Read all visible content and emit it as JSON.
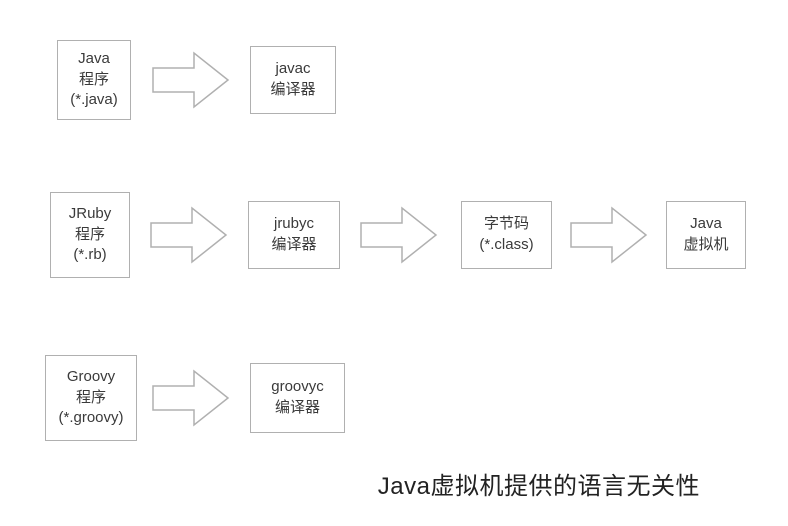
{
  "diagram": {
    "rows": [
      {
        "name": "java-flow",
        "nodes": [
          {
            "id": "java-source",
            "lines": [
              "Java",
              "程序",
              "(*.java)"
            ]
          },
          {
            "id": "javac-compiler",
            "lines": [
              "javac",
              "编译器"
            ]
          }
        ]
      },
      {
        "name": "jruby-flow",
        "nodes": [
          {
            "id": "jruby-source",
            "lines": [
              "JRuby",
              "程序",
              "(*.rb)"
            ]
          },
          {
            "id": "jrubyc-compiler",
            "lines": [
              "jrubyc",
              "编译器"
            ]
          },
          {
            "id": "bytecode",
            "lines": [
              "字节码",
              "(*.class)"
            ]
          },
          {
            "id": "jvm",
            "lines": [
              "Java",
              "虚拟机"
            ]
          }
        ]
      },
      {
        "name": "groovy-flow",
        "nodes": [
          {
            "id": "groovy-source",
            "lines": [
              "Groovy",
              "程序",
              "(*.groovy)"
            ]
          },
          {
            "id": "groovyc-compiler",
            "lines": [
              "groovyc",
              "编译器"
            ]
          }
        ]
      }
    ],
    "caption": "Java虚拟机提供的语言无关性",
    "colors": {
      "box_border": "#b0b0b0",
      "arrow_stroke": "#b0b0b0",
      "text": "#3a3a3a",
      "caption_text": "#222222"
    }
  }
}
